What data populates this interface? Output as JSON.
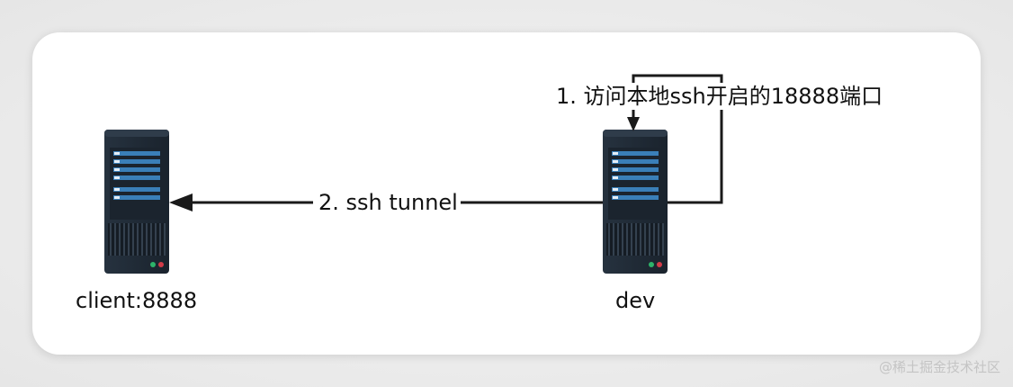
{
  "diagram": {
    "nodes": {
      "client": {
        "label": "client:8888"
      },
      "dev": {
        "label": "dev"
      }
    },
    "edges": {
      "tunnel": {
        "label": "2. ssh tunnel"
      },
      "loopback": {
        "label": "1. 访问本地ssh开启的18888端口"
      }
    }
  },
  "watermark": "@稀土掘金技术社区",
  "colors": {
    "server_body": "#1f2a36",
    "server_panel": "#3a7fb8",
    "line": "#1a1a1a"
  }
}
